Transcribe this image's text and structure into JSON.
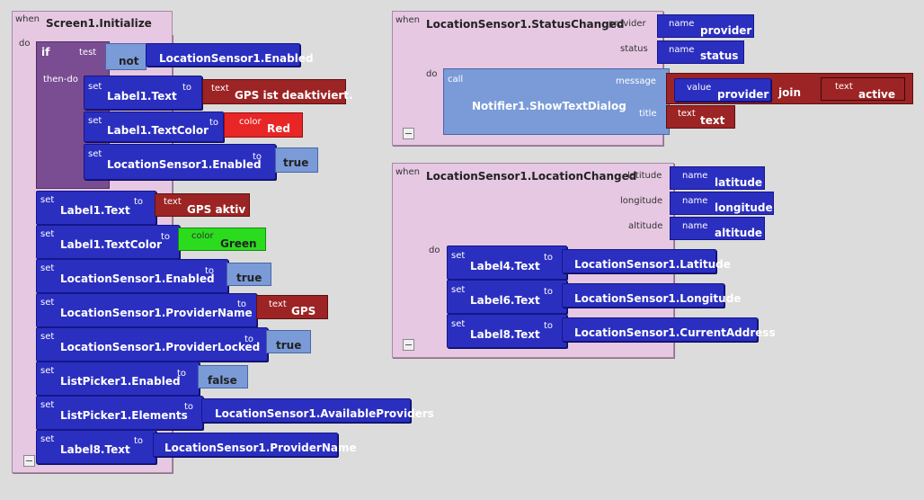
{
  "kw": {
    "when": "when",
    "do": "do",
    "if": "if",
    "test": "test",
    "then_do": "then-do",
    "set": "set",
    "to": "to",
    "not": "not",
    "call": "call",
    "join": "join",
    "text": "text",
    "color": "color",
    "name": "name",
    "value": "value",
    "message": "message",
    "title": "title",
    "provider": "provider",
    "status": "status",
    "latitude": "latitude",
    "longitude": "longitude",
    "altitude": "altitude"
  },
  "screen_init": {
    "event": "Screen1.Initialize",
    "if_test": "LocationSensor1.Enabled",
    "then": [
      {
        "target": "Label1.Text",
        "value": "GPS ist deaktiviert."
      },
      {
        "target": "Label1.TextColor",
        "value": "Red"
      },
      {
        "target": "LocationSensor1.Enabled",
        "value": "true"
      }
    ],
    "stmts": [
      {
        "target": "Label1.Text",
        "value": "GPS aktiv"
      },
      {
        "target": "Label1.TextColor",
        "value": "Green"
      },
      {
        "target": "LocationSensor1.Enabled",
        "value": "true"
      },
      {
        "target": "LocationSensor1.ProviderName",
        "value": "GPS"
      },
      {
        "target": "LocationSensor1.ProviderLocked",
        "value": "true"
      },
      {
        "target": "ListPicker1.Enabled",
        "value": "false"
      },
      {
        "target": "ListPicker1.Elements",
        "value": "LocationSensor1.AvailableProviders"
      },
      {
        "target": "Label8.Text",
        "value": "LocationSensor1.ProviderName"
      }
    ]
  },
  "status_changed": {
    "event": "LocationSensor1.StatusChanged",
    "params": [
      "provider",
      "status"
    ],
    "call": "Notifier1.ShowTextDialog",
    "message_value": "provider",
    "join_text": "active",
    "title_text": "text"
  },
  "location_changed": {
    "event": "LocationSensor1.LocationChanged",
    "params": [
      "latitude",
      "longitude",
      "altitude"
    ],
    "stmts": [
      {
        "target": "Label4.Text",
        "value": "LocationSensor1.Latitude"
      },
      {
        "target": "Label6.Text",
        "value": "LocationSensor1.Longitude"
      },
      {
        "target": "Label8.Text",
        "value": "LocationSensor1.CurrentAddress"
      }
    ]
  },
  "colors": {
    "event_bg": "#e6c8e2",
    "control": "#7a4c92",
    "setter": "#2b2fc0",
    "logic": "#7a9bd8",
    "text": "#9c2424",
    "red": "#e82626",
    "green": "#2bdc1e",
    "workspace": "#dcdcdc"
  }
}
